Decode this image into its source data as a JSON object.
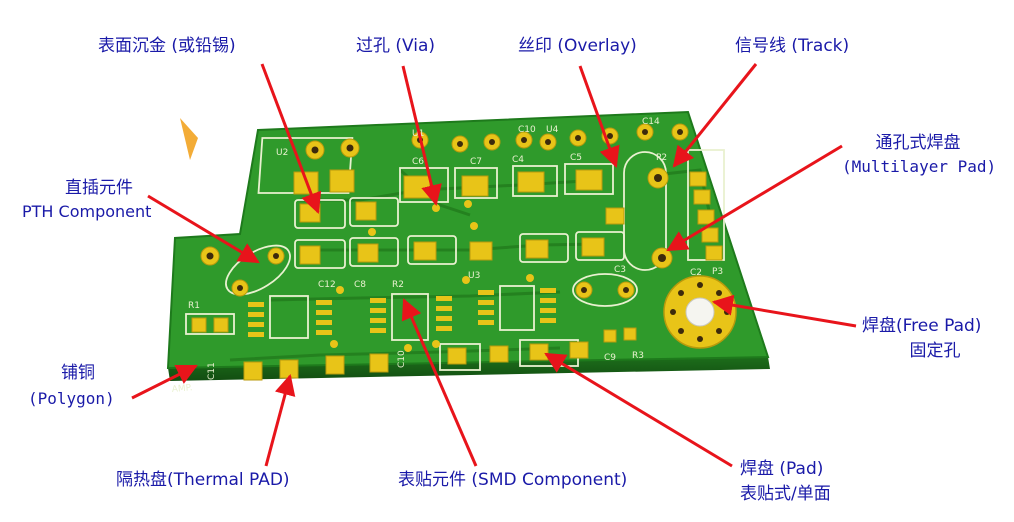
{
  "labels": {
    "immersion_gold": "表面沉金 (或铅锡)",
    "via": "过孔 (Via)",
    "overlay": "丝印 (Overlay)",
    "track": "信号线 (Track)",
    "multilayer_pad_cn": "通孔式焊盘",
    "multilayer_pad_en": "(Multilayer Pad)",
    "pth_cn": "直插元件",
    "pth_en": "PTH Component",
    "free_pad_en": "焊盘(Free Pad)",
    "free_pad_cn": "固定孔",
    "polygon_cn": "铺铜",
    "polygon_en": "(Polygon)",
    "thermal_pad": "隔热盘(Thermal PAD)",
    "smd_component": "表贴元件 (SMD Component)",
    "pad_cn": "焊盘 (Pad)",
    "pad_sub": "表贴式/单面"
  },
  "silkscreen": {
    "designators": [
      "R1",
      "C12",
      "C8",
      "R2",
      "U3",
      "C3",
      "C9",
      "R3",
      "C10",
      "C11",
      "C4",
      "C5",
      "C6",
      "C7",
      "C10",
      "U4",
      "C14",
      "P2",
      "C2",
      "P3",
      "U2",
      "U1"
    ],
    "board_text": "AMP."
  },
  "colors": {
    "board": "#2f9a2b",
    "board_dark": "#1f6e1d",
    "board_edge": "#175a16",
    "pad_gold": "#e8c418",
    "silk": "#e9f1d0",
    "arrow": "#e8141b",
    "label": "#1a1aa8"
  }
}
